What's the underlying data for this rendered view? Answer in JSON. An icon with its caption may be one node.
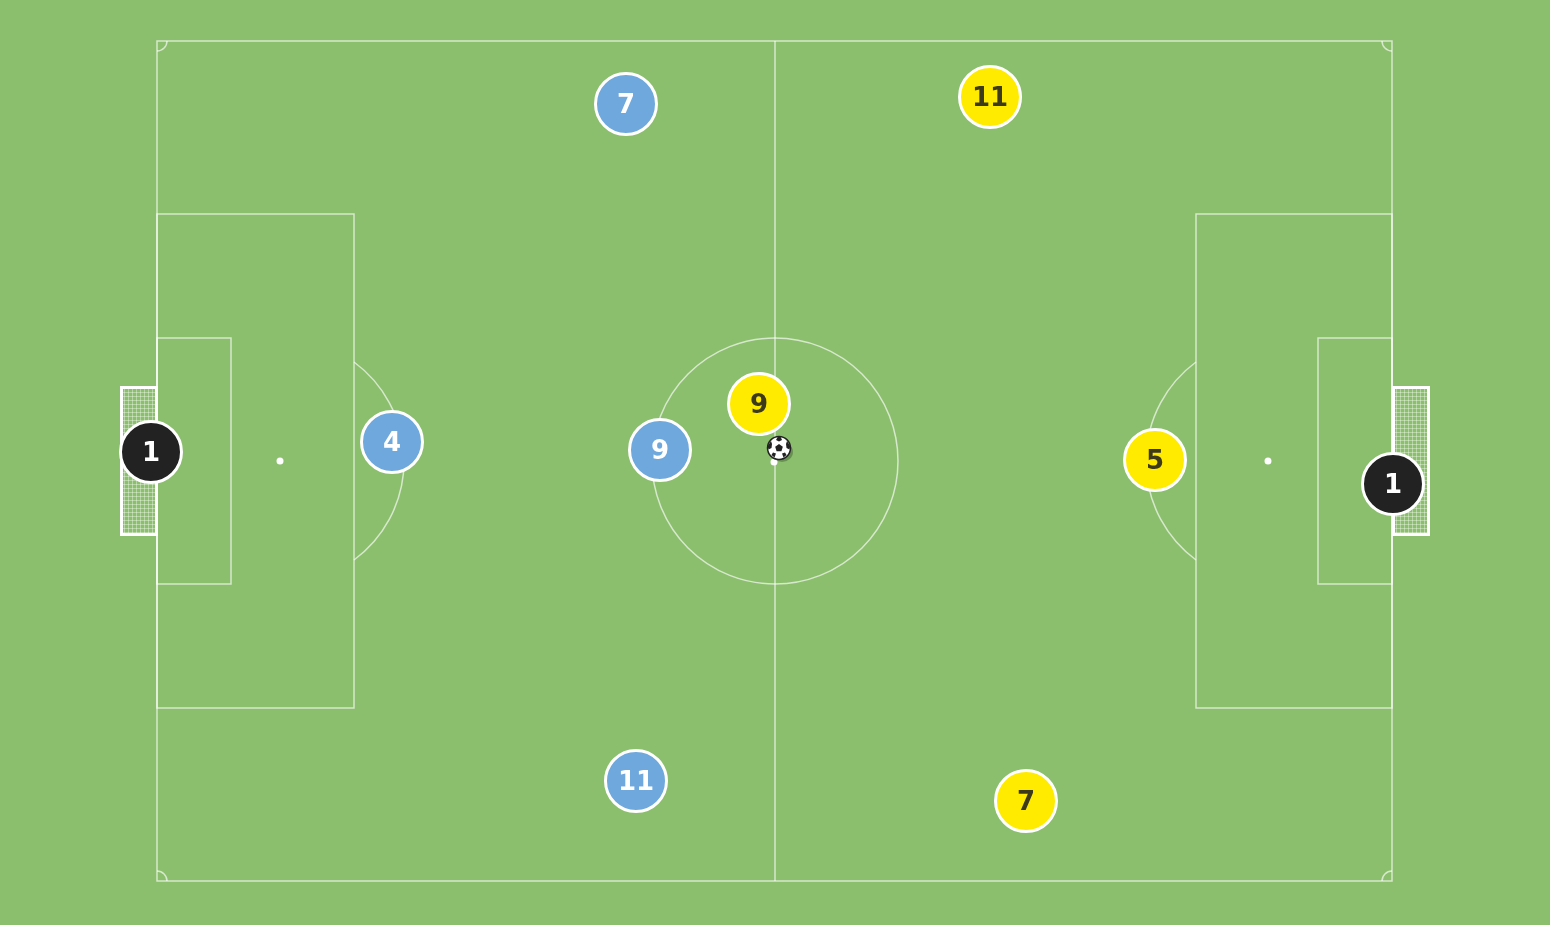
{
  "diagram": {
    "nodes": [
      {
        "text": [
          "7"
        ]
      },
      {
        "text": [
          "11"
        ]
      },
      {
        "text": [
          "1"
        ]
      },
      {
        "text": [
          "4"
        ]
      },
      {
        "text": [
          "9"
        ]
      },
      {
        "text": [
          "9"
        ]
      },
      {
        "text": [
          "5"
        ]
      },
      {
        "text": [
          "1"
        ]
      },
      {
        "text": [
          "11"
        ]
      },
      {
        "text": [
          "7"
        ]
      }
    ]
  }
}
